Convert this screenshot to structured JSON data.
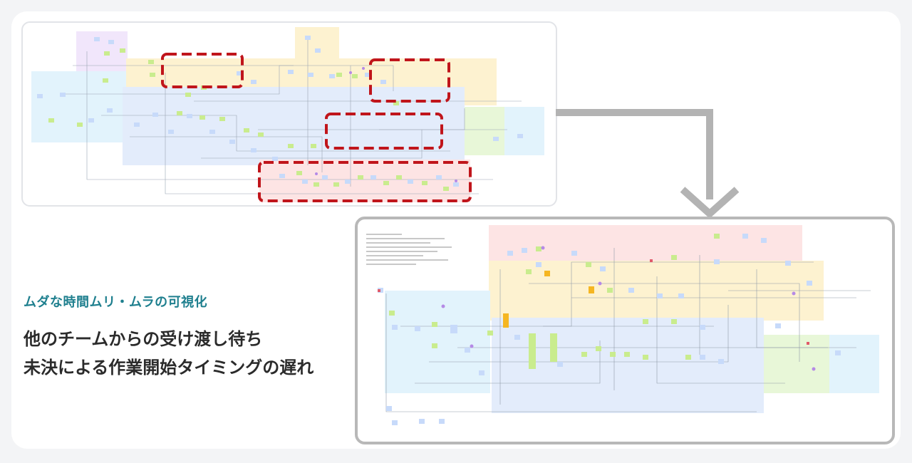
{
  "caption": {
    "subtitle": "ムダな時間ムリ・ムラの可視化",
    "line1": "他のチームからの受け渡し待ち",
    "line2": "未決による作業開始タイミングの遅れ"
  },
  "colors": {
    "accent_teal": "#1e7f8e",
    "highlight_red": "#c0151b",
    "arrow_gray": "#b3b3b3",
    "zone_yellow": "#fdf2d0",
    "zone_blue": "#e3ecfb",
    "zone_pink": "#fde4e4",
    "zone_lightblue": "#e2f3fc",
    "zone_green": "#e8f7d8",
    "zone_purple": "#f1e6fb"
  },
  "icons": [
    "arrow-down-right"
  ]
}
